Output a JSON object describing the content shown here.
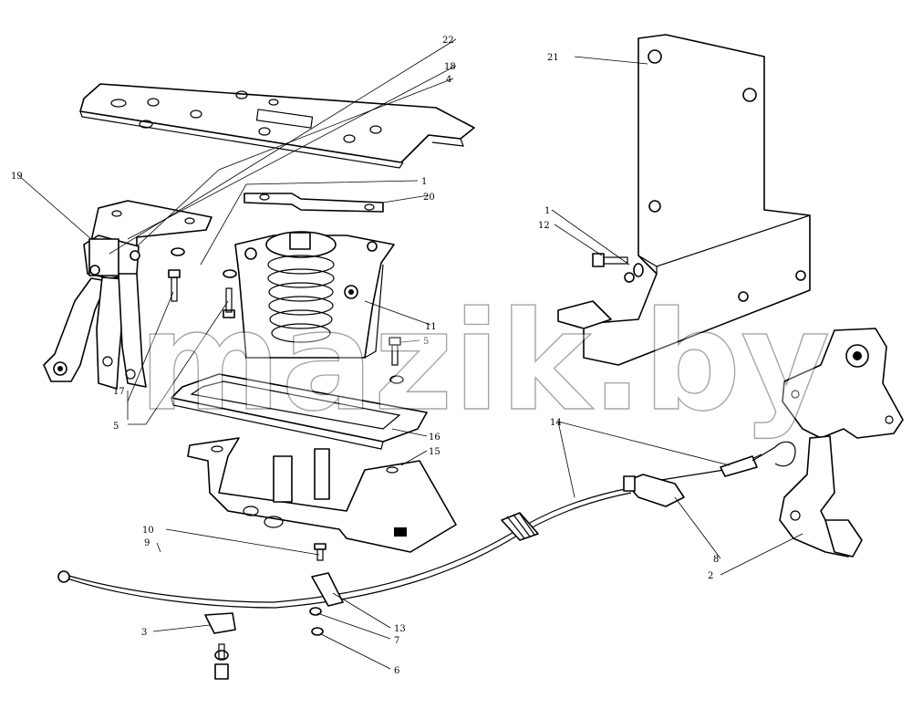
{
  "watermark": "mazik.by",
  "callouts": [
    {
      "id": "c22",
      "text": "22"
    },
    {
      "id": "c18",
      "text": "18"
    },
    {
      "id": "c4",
      "text": "4"
    },
    {
      "id": "c19",
      "text": "19"
    },
    {
      "id": "c1a",
      "text": "1"
    },
    {
      "id": "c20",
      "text": "20"
    },
    {
      "id": "c11",
      "text": "11"
    },
    {
      "id": "c5a",
      "text": "5"
    },
    {
      "id": "c17",
      "text": "17"
    },
    {
      "id": "c5b",
      "text": "5"
    },
    {
      "id": "c16",
      "text": "16"
    },
    {
      "id": "c15",
      "text": "15"
    },
    {
      "id": "c21",
      "text": "21"
    },
    {
      "id": "c1b",
      "text": "1"
    },
    {
      "id": "c12",
      "text": "12"
    },
    {
      "id": "c14",
      "text": "14"
    },
    {
      "id": "c8",
      "text": "8"
    },
    {
      "id": "c2",
      "text": "2"
    },
    {
      "id": "c10",
      "text": "10"
    },
    {
      "id": "c9",
      "text": "9"
    },
    {
      "id": "c3",
      "text": "3"
    },
    {
      "id": "c13",
      "text": "13"
    },
    {
      "id": "c7",
      "text": "7"
    },
    {
      "id": "c6",
      "text": "6"
    }
  ]
}
